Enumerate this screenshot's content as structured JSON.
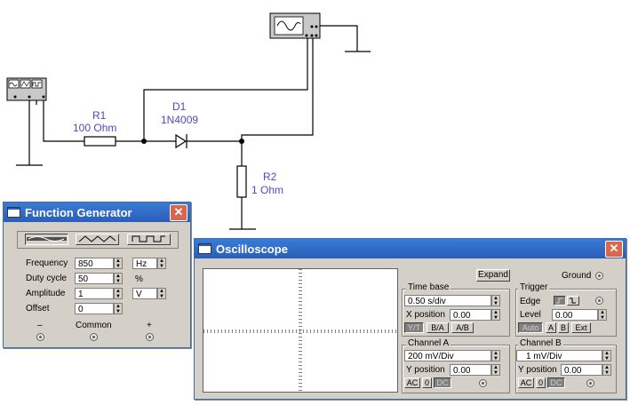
{
  "schematic": {
    "r1_name": "R1",
    "r1_value": "100  Ohm",
    "d1_name": "D1",
    "d1_value": "1N4009",
    "r2_name": "R2",
    "r2_value": "1  Ohm"
  },
  "function_generator": {
    "title": "Function Generator",
    "frequency_label": "Frequency",
    "frequency_value": "850",
    "frequency_unit": "Hz",
    "duty_label": "Duty cycle",
    "duty_value": "50",
    "duty_unit": "%",
    "amplitude_label": "Amplitude",
    "amplitude_value": "1",
    "amplitude_unit": "V",
    "offset_label": "Offset",
    "offset_value": "0",
    "minus_label": "–",
    "common_label": "Common",
    "plus_label": "+",
    "waveform_selected": "sine"
  },
  "oscilloscope": {
    "title": "Oscilloscope",
    "expand_label": "Expand",
    "ground_label": "Ground",
    "timebase": {
      "title": "Time base",
      "value": "0.50 s/div",
      "xpos_label": "X position",
      "xpos_value": "0.00",
      "yt_label": "Y/T",
      "ba_label": "B/A",
      "ab_label": "A/B"
    },
    "trigger": {
      "title": "Trigger",
      "edge_label": "Edge",
      "level_label": "Level",
      "level_value": "0.00",
      "auto_label": "Auto",
      "a_label": "A",
      "b_label": "B",
      "ext_label": "Ext"
    },
    "channel_a": {
      "title": "Channel A",
      "value": "200 mV/Div",
      "ypos_label": "Y position",
      "ypos_value": "0.00",
      "ac_label": "AC",
      "zero_label": "0",
      "dc_label": "DC"
    },
    "channel_b": {
      "title": "Channel B",
      "value": "1 mV/Div",
      "ypos_label": "Y position",
      "ypos_value": "0.00",
      "ac_label": "AC",
      "zero_label": "0",
      "dc_label": "DC"
    }
  },
  "colors": {
    "label_blue": "#4a4ac8",
    "titlebar": "#2a5fb8",
    "window_face": "#d4d0c8"
  }
}
